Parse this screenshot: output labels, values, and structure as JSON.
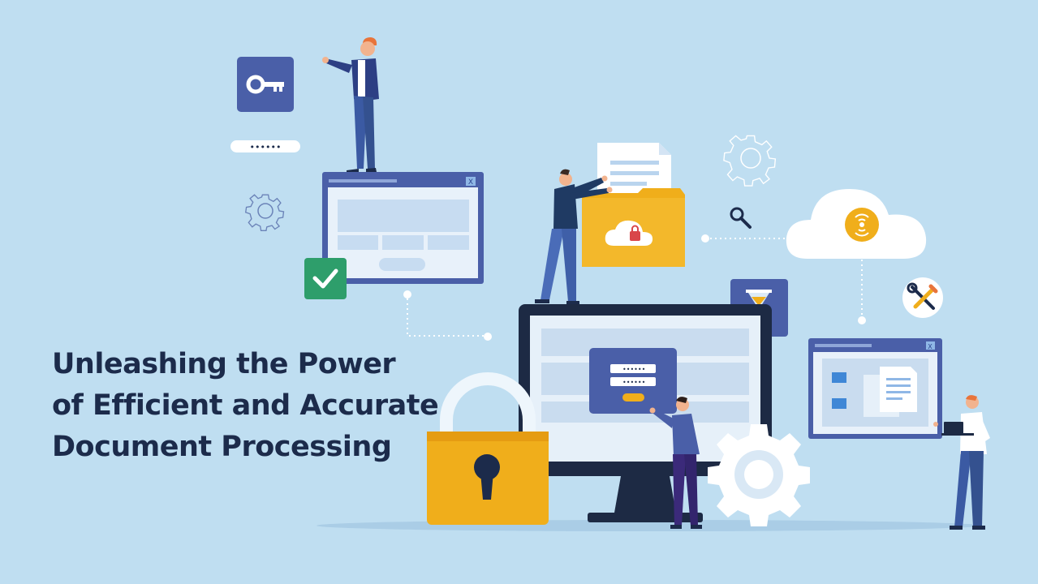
{
  "headline": {
    "line1": "Unleashing the Power",
    "line2": "of Efficient and Accurate",
    "line3": "Document Processing"
  },
  "icons": [
    "key-icon",
    "password-dots-icon",
    "gear-icon",
    "checkmark-icon",
    "document-icon",
    "folder-icon",
    "cloud-lock-icon",
    "search-icon",
    "cloud-fingerprint-icon",
    "tools-icon",
    "hourglass-icon",
    "padlock-icon",
    "login-form-icon"
  ],
  "login": {
    "dots1": "••••••",
    "dots2": "••••••",
    "dots_top": "••••••"
  },
  "window_close": "X",
  "colors": {
    "background": "#bfdef1",
    "headline": "#1c2b4b",
    "window_blue": "#4a5fa8",
    "accent_yellow": "#f0ae1b",
    "check_green": "#2e9e6b",
    "monitor_dark": "#1d2a44"
  }
}
